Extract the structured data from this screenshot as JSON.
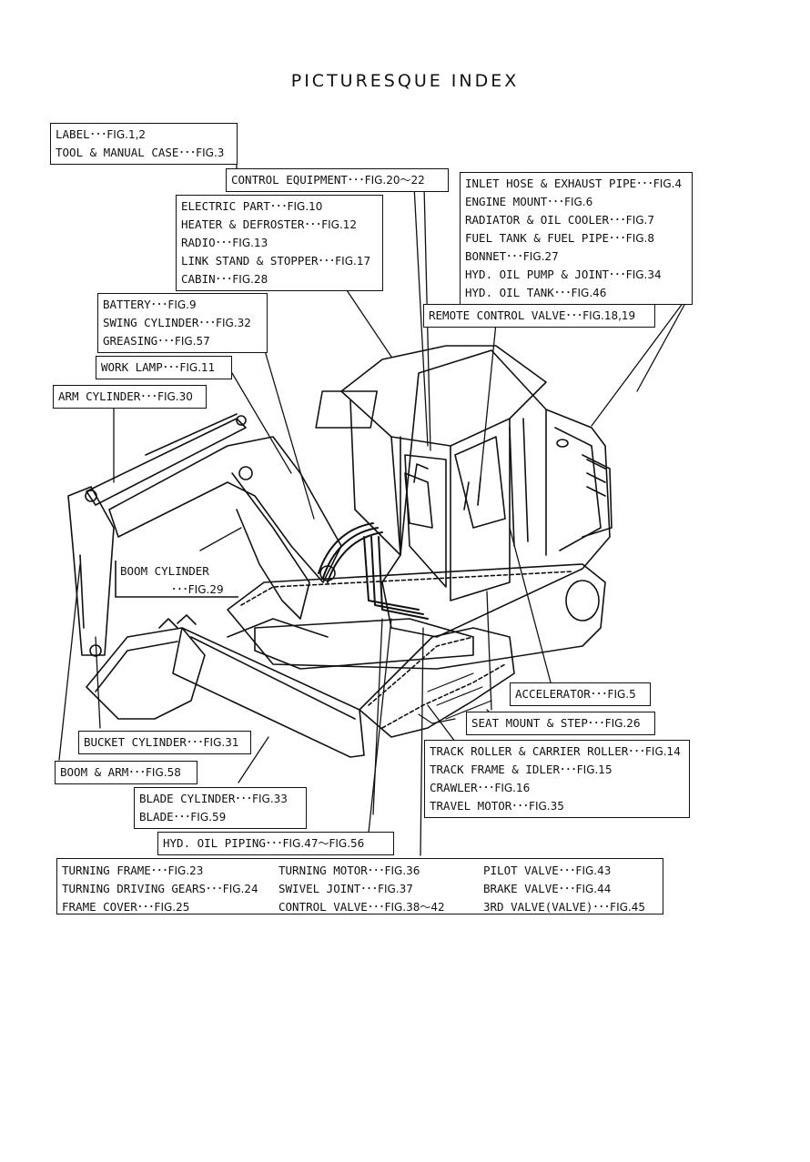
{
  "title": "PICTURESQUE INDEX",
  "boxes": {
    "label": [
      {
        "text": "LABEL･･･",
        "ref": "FIG.1,2"
      },
      {
        "text": "TOOL & MANUAL CASE･･･",
        "ref": "FIG.3"
      }
    ],
    "control_equipment": [
      {
        "text": "CONTROL EQUIPMENT･･･",
        "ref": "FIG.20～22"
      }
    ],
    "inlet": [
      {
        "text": "INLET HOSE & EXHAUST PIPE･･･",
        "ref": "FIG.4"
      },
      {
        "text": "ENGINE MOUNT･･･",
        "ref": "FIG.6"
      },
      {
        "text": "RADIATOR & OIL COOLER･･･",
        "ref": "FIG.7"
      },
      {
        "text": "FUEL TANK & FUEL PIPE･･･",
        "ref": "FIG.8"
      },
      {
        "text": "BONNET･･･",
        "ref": "FIG.27"
      },
      {
        "text": "HYD. OIL PUMP & JOINT･･･",
        "ref": "FIG.34"
      },
      {
        "text": "HYD. OIL TANK･･･",
        "ref": "FIG.46"
      }
    ],
    "electric": [
      {
        "text": "ELECTRIC PART･･･",
        "ref": "FIG.10"
      },
      {
        "text": "HEATER & DEFROSTER･･･",
        "ref": "FIG.12"
      },
      {
        "text": "RADIO･･･",
        "ref": "FIG.13"
      },
      {
        "text": "LINK STAND & STOPPER･･･",
        "ref": "FIG.17"
      },
      {
        "text": "CABIN･･･",
        "ref": "FIG.28"
      }
    ],
    "remote": [
      {
        "text": "REMOTE CONTROL VALVE･･･",
        "ref": "FIG.18,19"
      }
    ],
    "battery": [
      {
        "text": "BATTERY･･･",
        "ref": "FIG.9"
      },
      {
        "text": "SWING CYLINDER･･･",
        "ref": "FIG.32"
      },
      {
        "text": "GREASING･･･",
        "ref": "FIG.57"
      }
    ],
    "work_lamp": [
      {
        "text": "WORK LAMP･･･",
        "ref": "FIG.11"
      }
    ],
    "arm_cylinder": [
      {
        "text": "ARM CYLINDER･･･",
        "ref": "FIG.30"
      }
    ],
    "boom_cylinder": [
      {
        "text": "BOOM CYLINDER",
        "ref": ""
      },
      {
        "text": "･･･",
        "ref": "FIG.29"
      }
    ],
    "accelerator": [
      {
        "text": "ACCELERATOR･･･",
        "ref": "FIG.5"
      }
    ],
    "seat": [
      {
        "text": "SEAT MOUNT & STEP･･･",
        "ref": "FIG.26"
      }
    ],
    "bucket_cylinder": [
      {
        "text": "BUCKET CYLINDER･･･",
        "ref": "FIG.31"
      }
    ],
    "track": [
      {
        "text": "TRACK ROLLER & CARRIER ROLLER･･･",
        "ref": "FIG.14"
      },
      {
        "text": "TRACK FRAME & IDLER･･･",
        "ref": "FIG.15"
      },
      {
        "text": "CRAWLER･･･",
        "ref": "FIG.16"
      },
      {
        "text": "TRAVEL MOTOR･･･",
        "ref": "FIG.35"
      }
    ],
    "boom_arm": [
      {
        "text": "BOOM & ARM･･･",
        "ref": "FIG.58"
      }
    ],
    "blade": [
      {
        "text": "BLADE CYLINDER･･･",
        "ref": "FIG.33"
      },
      {
        "text": "BLADE･･･",
        "ref": "FIG.59"
      }
    ],
    "hyd_piping": [
      {
        "text": "HYD. OIL PIPING･･･",
        "ref": "FIG.47～FIG.56"
      }
    ],
    "bottom_col1": [
      {
        "text": "TURNING FRAME･･･",
        "ref": "FIG.23"
      },
      {
        "text": "TURNING DRIVING GEARS･･･",
        "ref": "FIG.24"
      },
      {
        "text": "FRAME COVER･･･",
        "ref": "FIG.25"
      }
    ],
    "bottom_col2": [
      {
        "text": "TURNING MOTOR･･･",
        "ref": "FIG.36"
      },
      {
        "text": "SWIVEL JOINT･･･",
        "ref": "FIG.37"
      },
      {
        "text": "CONTROL VALVE･･･",
        "ref": "FIG.38～42"
      }
    ],
    "bottom_col3": [
      {
        "text": "PILOT VALVE･･･",
        "ref": "FIG.43"
      },
      {
        "text": "BRAKE VALVE･･･",
        "ref": "FIG.44"
      },
      {
        "text": "3RD VALVE(VALVE)･･･",
        "ref": "FIG.45"
      }
    ]
  }
}
